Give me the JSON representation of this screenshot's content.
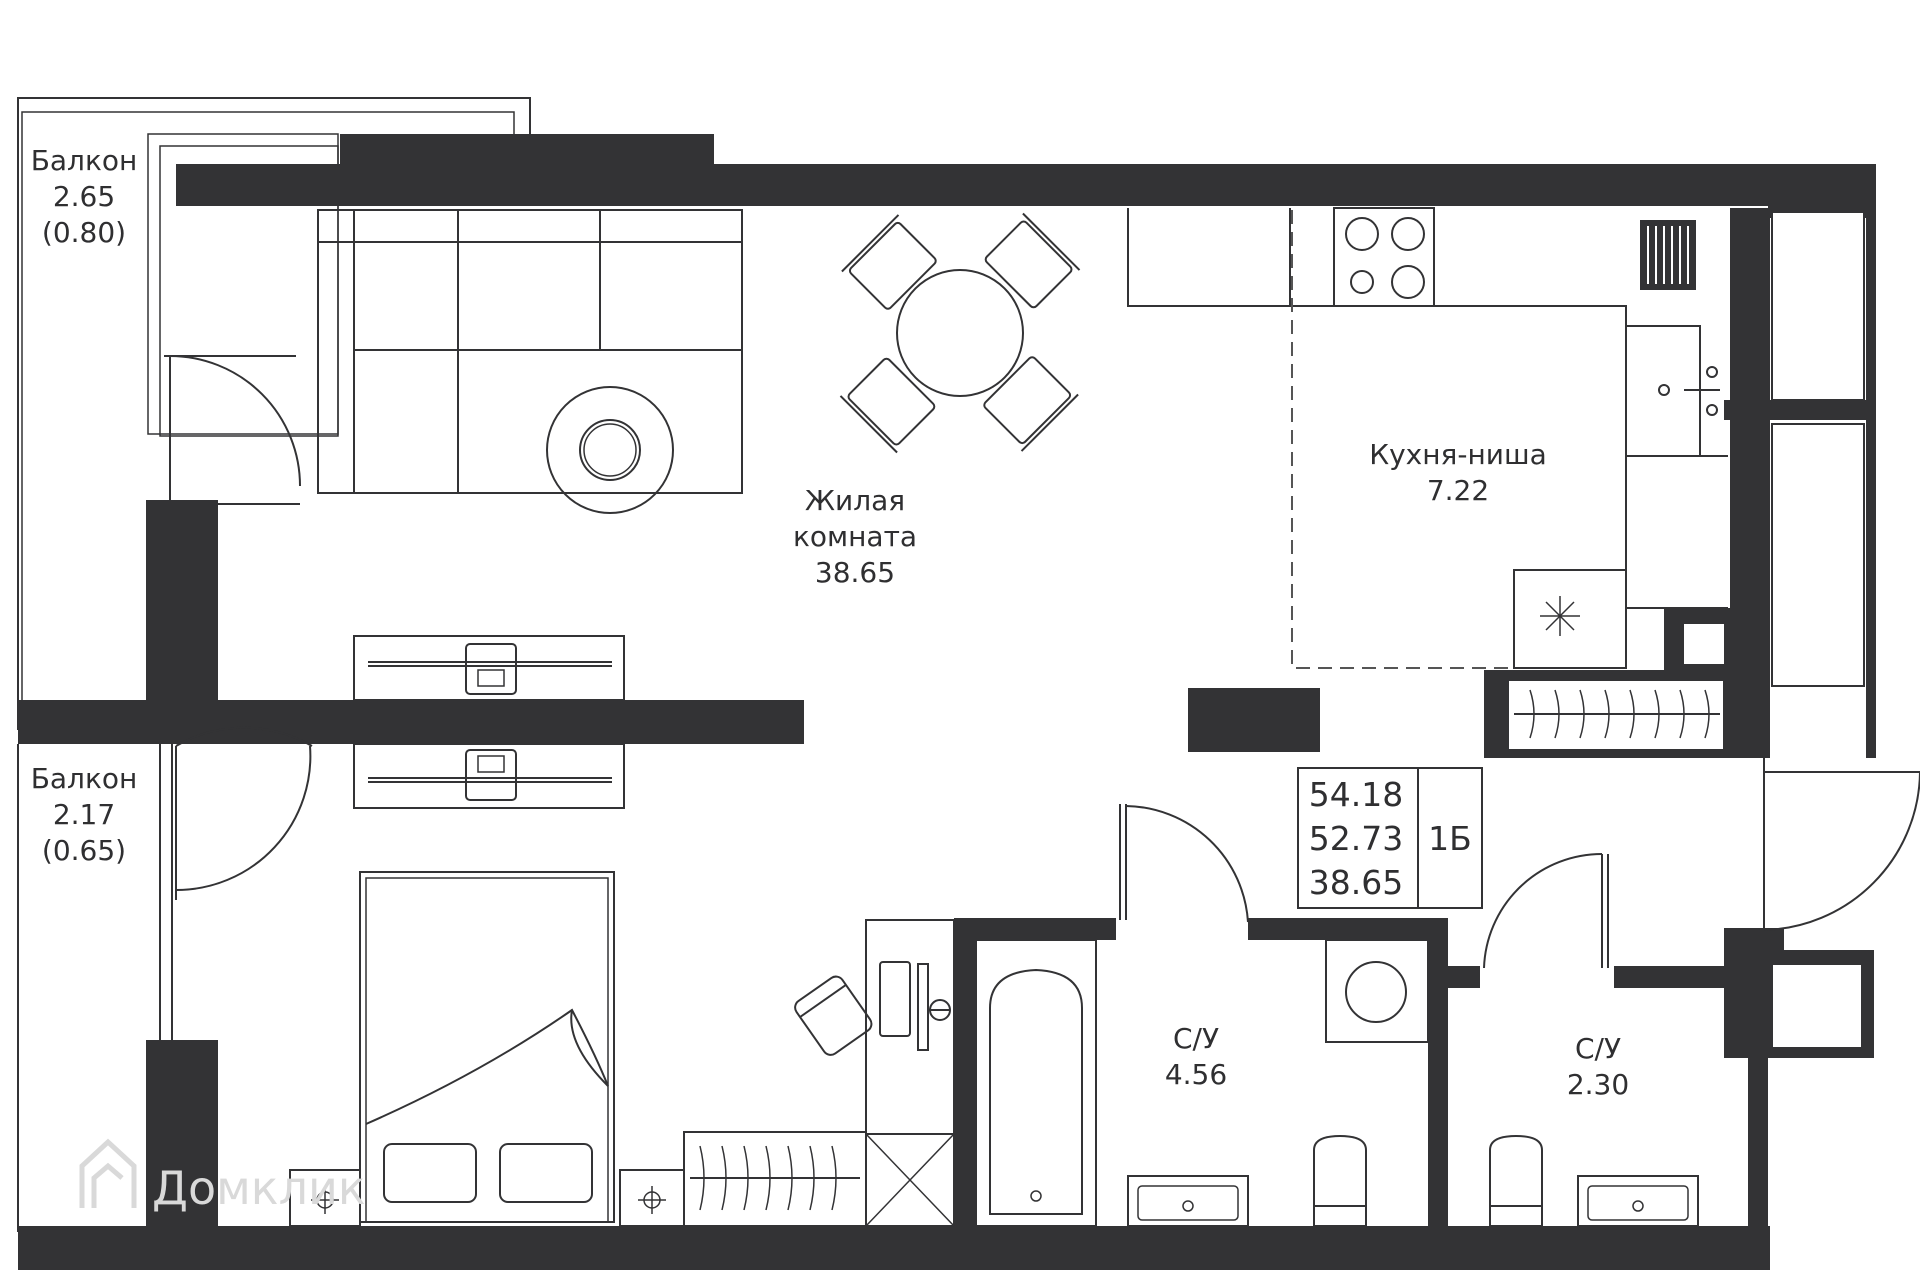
{
  "colors": {
    "wall": "#333335",
    "line": "#333335",
    "background": "#ffffff",
    "watermark": "#d9d9d9"
  },
  "rooms": {
    "balcony_top": {
      "name": "Балкон",
      "area": "2.65",
      "sub_area": "(0.80)"
    },
    "balcony_bottom": {
      "name": "Балкон",
      "area": "2.17",
      "sub_area": "(0.65)"
    },
    "living": {
      "name_line1": "Жилая",
      "name_line2": "комната",
      "area": "38.65"
    },
    "kitchen": {
      "name": "Кухня-ниша",
      "area": "7.22"
    },
    "bath_main": {
      "name": "С/У",
      "area": "4.56"
    },
    "bath_small": {
      "name": "С/У",
      "area": "2.30"
    }
  },
  "summary": {
    "total": "54.18",
    "usable": "52.73",
    "living": "38.65",
    "type": "1Б"
  },
  "watermark": {
    "text": "Домклик",
    "icon": "house-logo-icon"
  }
}
